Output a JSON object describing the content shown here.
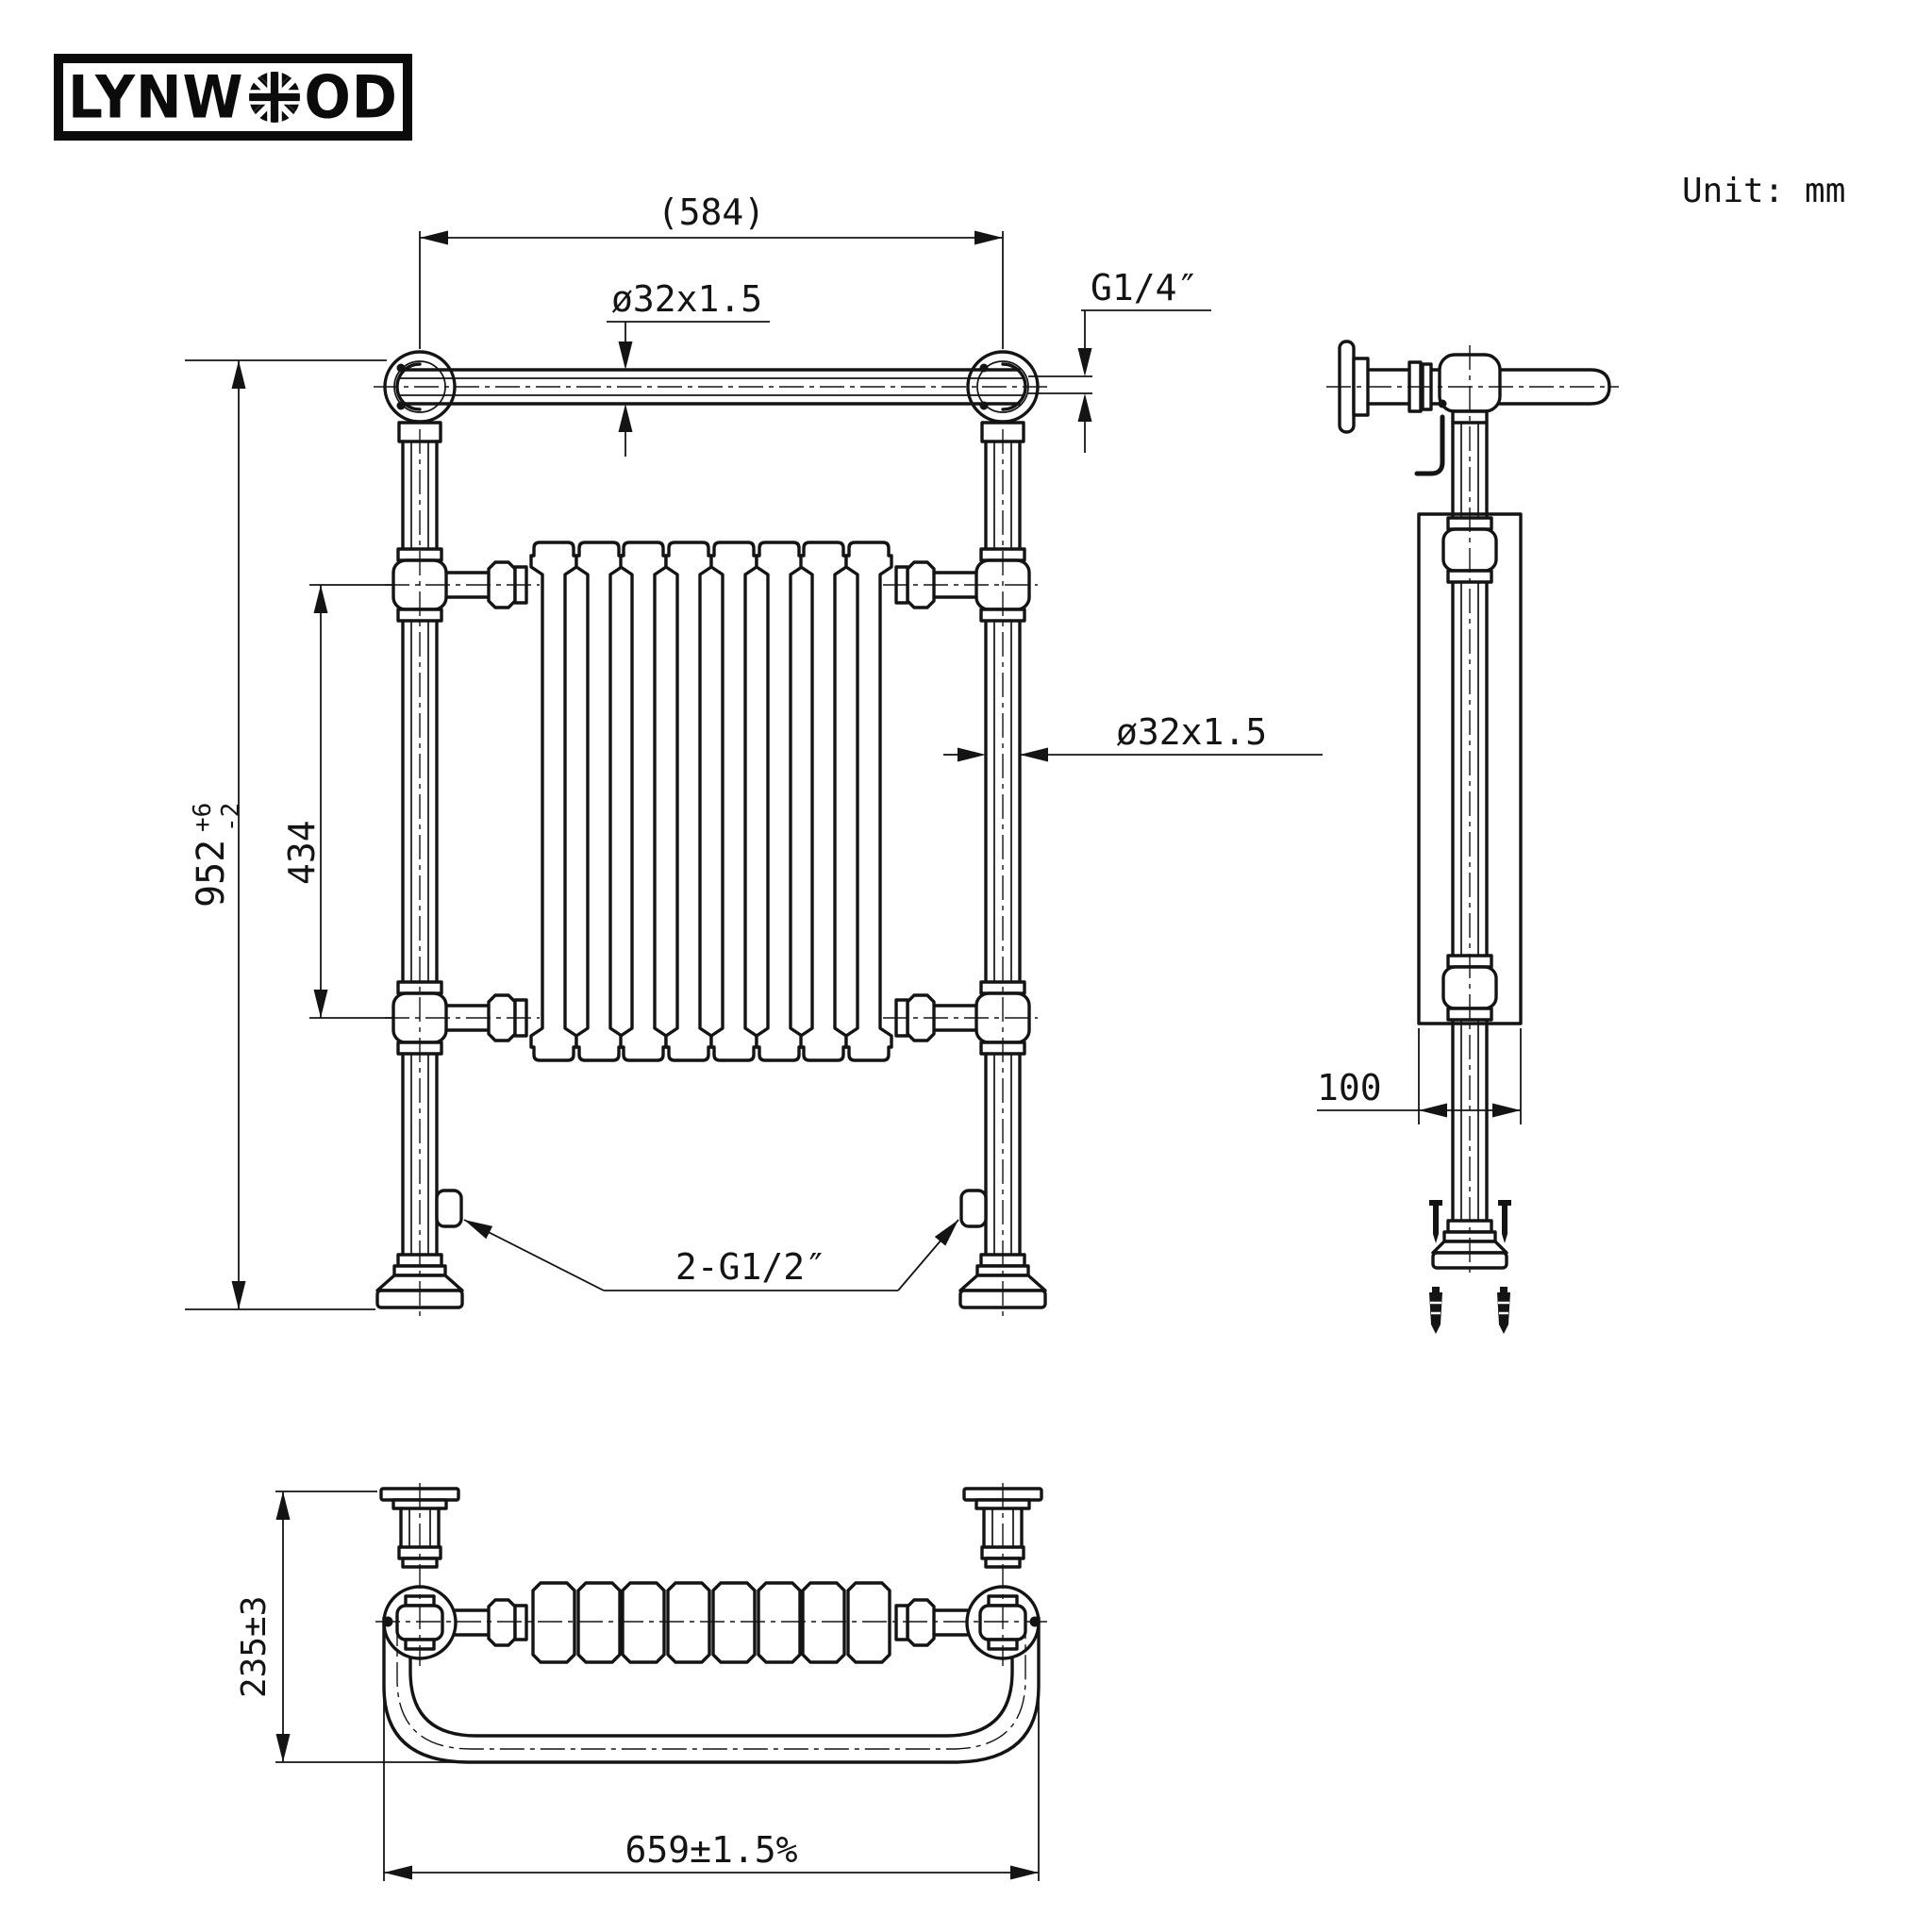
{
  "header": {
    "logo": {
      "text_left": "LYNW",
      "text_right": "OD",
      "flag_icon": "union-jack-roundel"
    },
    "units_label": "Unit: mm"
  },
  "drawing": {
    "ink": "#141414",
    "background": "#ffffff"
  },
  "dimensions": {
    "front": {
      "overall_width": "(584)",
      "top_rail_tube": "ø32x1.5",
      "air_vent_thread": "G1/4″",
      "overall_height": "952",
      "overall_height_tol_plus": "+6",
      "overall_height_tol_minus": "-2",
      "rail_centres": "434",
      "post_tube": "ø32x1.5",
      "valve_connections": "2-G1/2″"
    },
    "side": {
      "radiator_depth": "100"
    },
    "bottom": {
      "wall_projection": "235±3",
      "overall_width": "659±1.5%"
    }
  }
}
